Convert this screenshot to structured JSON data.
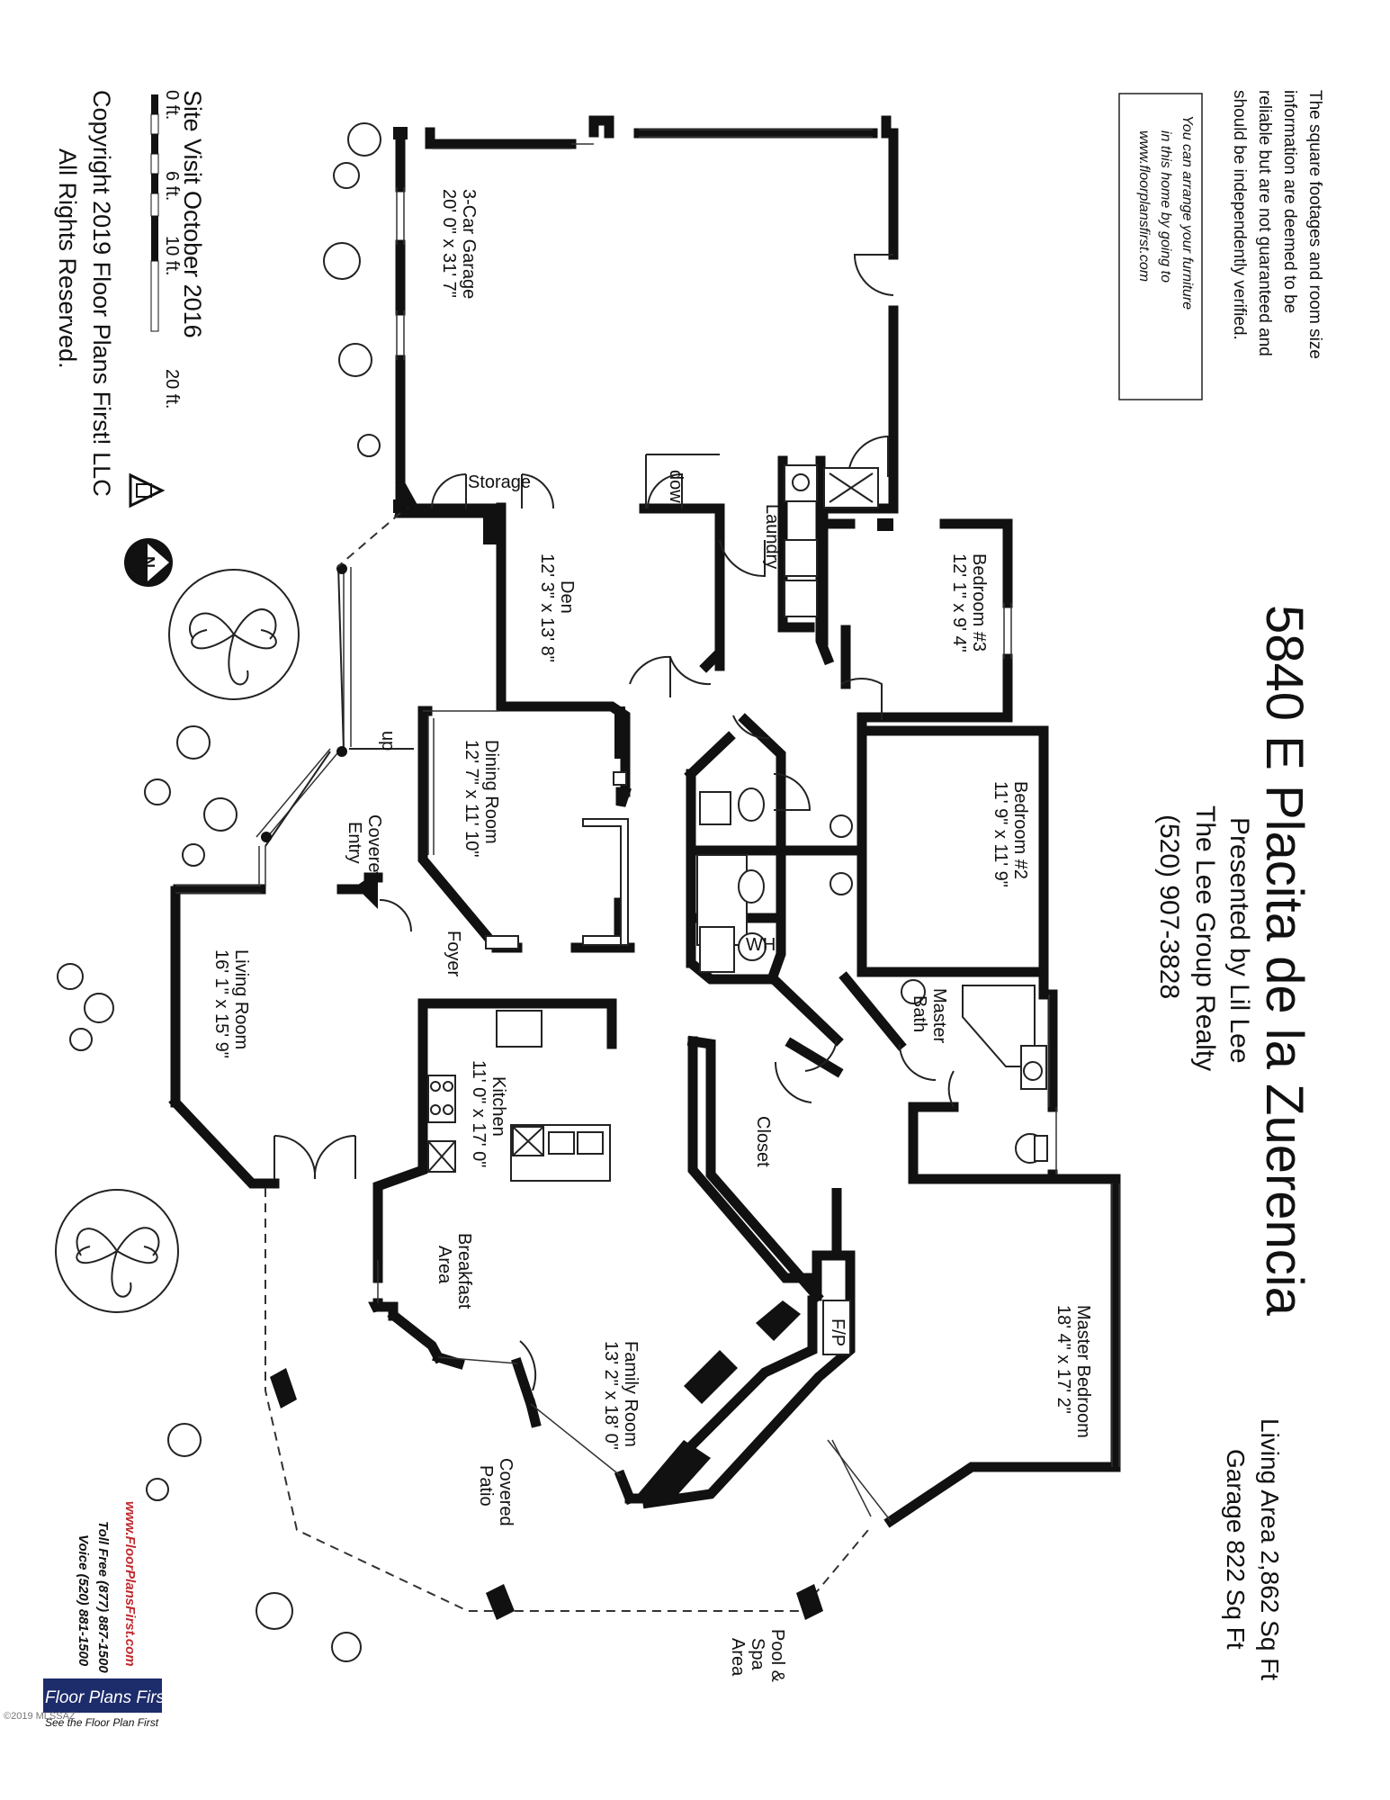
{
  "title": "5840 E Placita de la Zuerencia",
  "presenter": {
    "line1": "Presented by Lil Lee",
    "line2": "The Lee Group Realty",
    "phone": "(520) 907-3828"
  },
  "areas": {
    "living": "Living Area 2,862 Sq Ft",
    "garage": "Garage 822 Sq Ft"
  },
  "disclaimer": [
    "The square footages and room size",
    "information are deemed to be",
    "reliable but are not guaranteed and",
    "should be independently verified."
  ],
  "furniture_note": [
    "You can arrange your furniture",
    "in this home by going to",
    "www.floorplansfirst.com"
  ],
  "rooms": {
    "garage": {
      "name": "3-Car Garage",
      "size": "20' 0\" x 31' 7\""
    },
    "storage": {
      "name": "Storage"
    },
    "laundry": {
      "name": "Laundry"
    },
    "down": {
      "name": "down"
    },
    "den": {
      "name": "Den",
      "size": "12' 3\" x 13' 8\""
    },
    "bedroom3": {
      "name": "Bedroom #3",
      "size": "12' 1\" x 9' 4\""
    },
    "bedroom2": {
      "name": "Bedroom #2",
      "size": "11' 9\" x 11' 9\""
    },
    "dining": {
      "name": "Dining Room",
      "size": "12' 7\" x 11' 10\""
    },
    "covered_entry": {
      "line1": "Covered",
      "line2": "Entry"
    },
    "up": {
      "name": "up"
    },
    "foyer": {
      "name": "Foyer"
    },
    "living": {
      "name": "Living Room",
      "size": "16' 1\" x 15' 9\""
    },
    "kitchen": {
      "name": "Kitchen",
      "size": "11' 0\" x 17' 0\""
    },
    "master_bath": {
      "line1": "Master",
      "line2": "Bath"
    },
    "closet": {
      "name": "Closet"
    },
    "wh": {
      "name": "WH"
    },
    "breakfast": {
      "line1": "Breakfast",
      "line2": "Area"
    },
    "family": {
      "name": "Family Room",
      "size": "13' 2\" x 18' 0\""
    },
    "fp": {
      "name": "F/P"
    },
    "master_bedroom": {
      "name": "Master Bedroom",
      "size": "18' 4\" x 17' 2\""
    },
    "covered_patio": {
      "line1": "Covered",
      "line2": "Patio"
    },
    "pool": {
      "line1": "Pool &",
      "line2": "Spa",
      "line3": "Area"
    }
  },
  "scale": {
    "labels": [
      "0 ft.",
      "6 ft.",
      "10 ft.",
      "20 ft."
    ]
  },
  "site_visit": "Site Visit October 2016",
  "copyright": {
    "line1": "Copyright 2019 Floor Plans First! LLC",
    "line2": "All Rights Reserved."
  },
  "compass": {
    "letter": "N"
  },
  "company": {
    "url": "www.FloorPlansFirst.com",
    "toll_free": "Toll Free (877) 887-1500",
    "voice": "Voice (520) 881-1500",
    "logo": "Floor Plans First!",
    "tagline": "See the Floor Plan First"
  },
  "watermark": "©2019 MLSSAZ"
}
